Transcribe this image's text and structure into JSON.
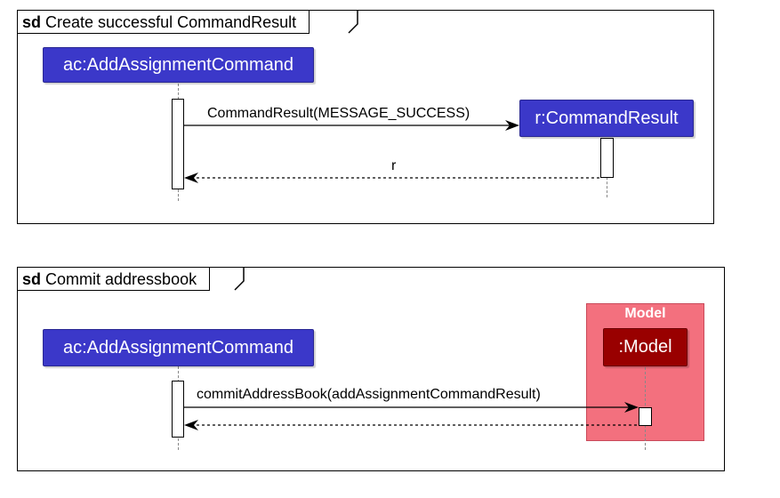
{
  "frames": [
    {
      "keyword": "sd",
      "title": "Create successful CommandResult",
      "participants": [
        "ac:AddAssignmentCommand",
        "r:CommandResult"
      ],
      "messages": [
        {
          "label": "CommandResult(MESSAGE_SUCCESS)",
          "style": "solid"
        },
        {
          "label": "r",
          "style": "dashed"
        }
      ]
    },
    {
      "keyword": "sd",
      "title": "Commit addressbook",
      "participants": [
        "ac:AddAssignmentCommand",
        ":Model"
      ],
      "box_title": "Model",
      "messages": [
        {
          "label": "commitAddressBook(addAssignmentCommandResult)",
          "style": "solid"
        },
        {
          "label": "",
          "style": "dashed"
        }
      ]
    }
  ],
  "colors": {
    "participant": "#3b38c9",
    "model_participant": "#990000",
    "model_box": "#f3707e"
  }
}
